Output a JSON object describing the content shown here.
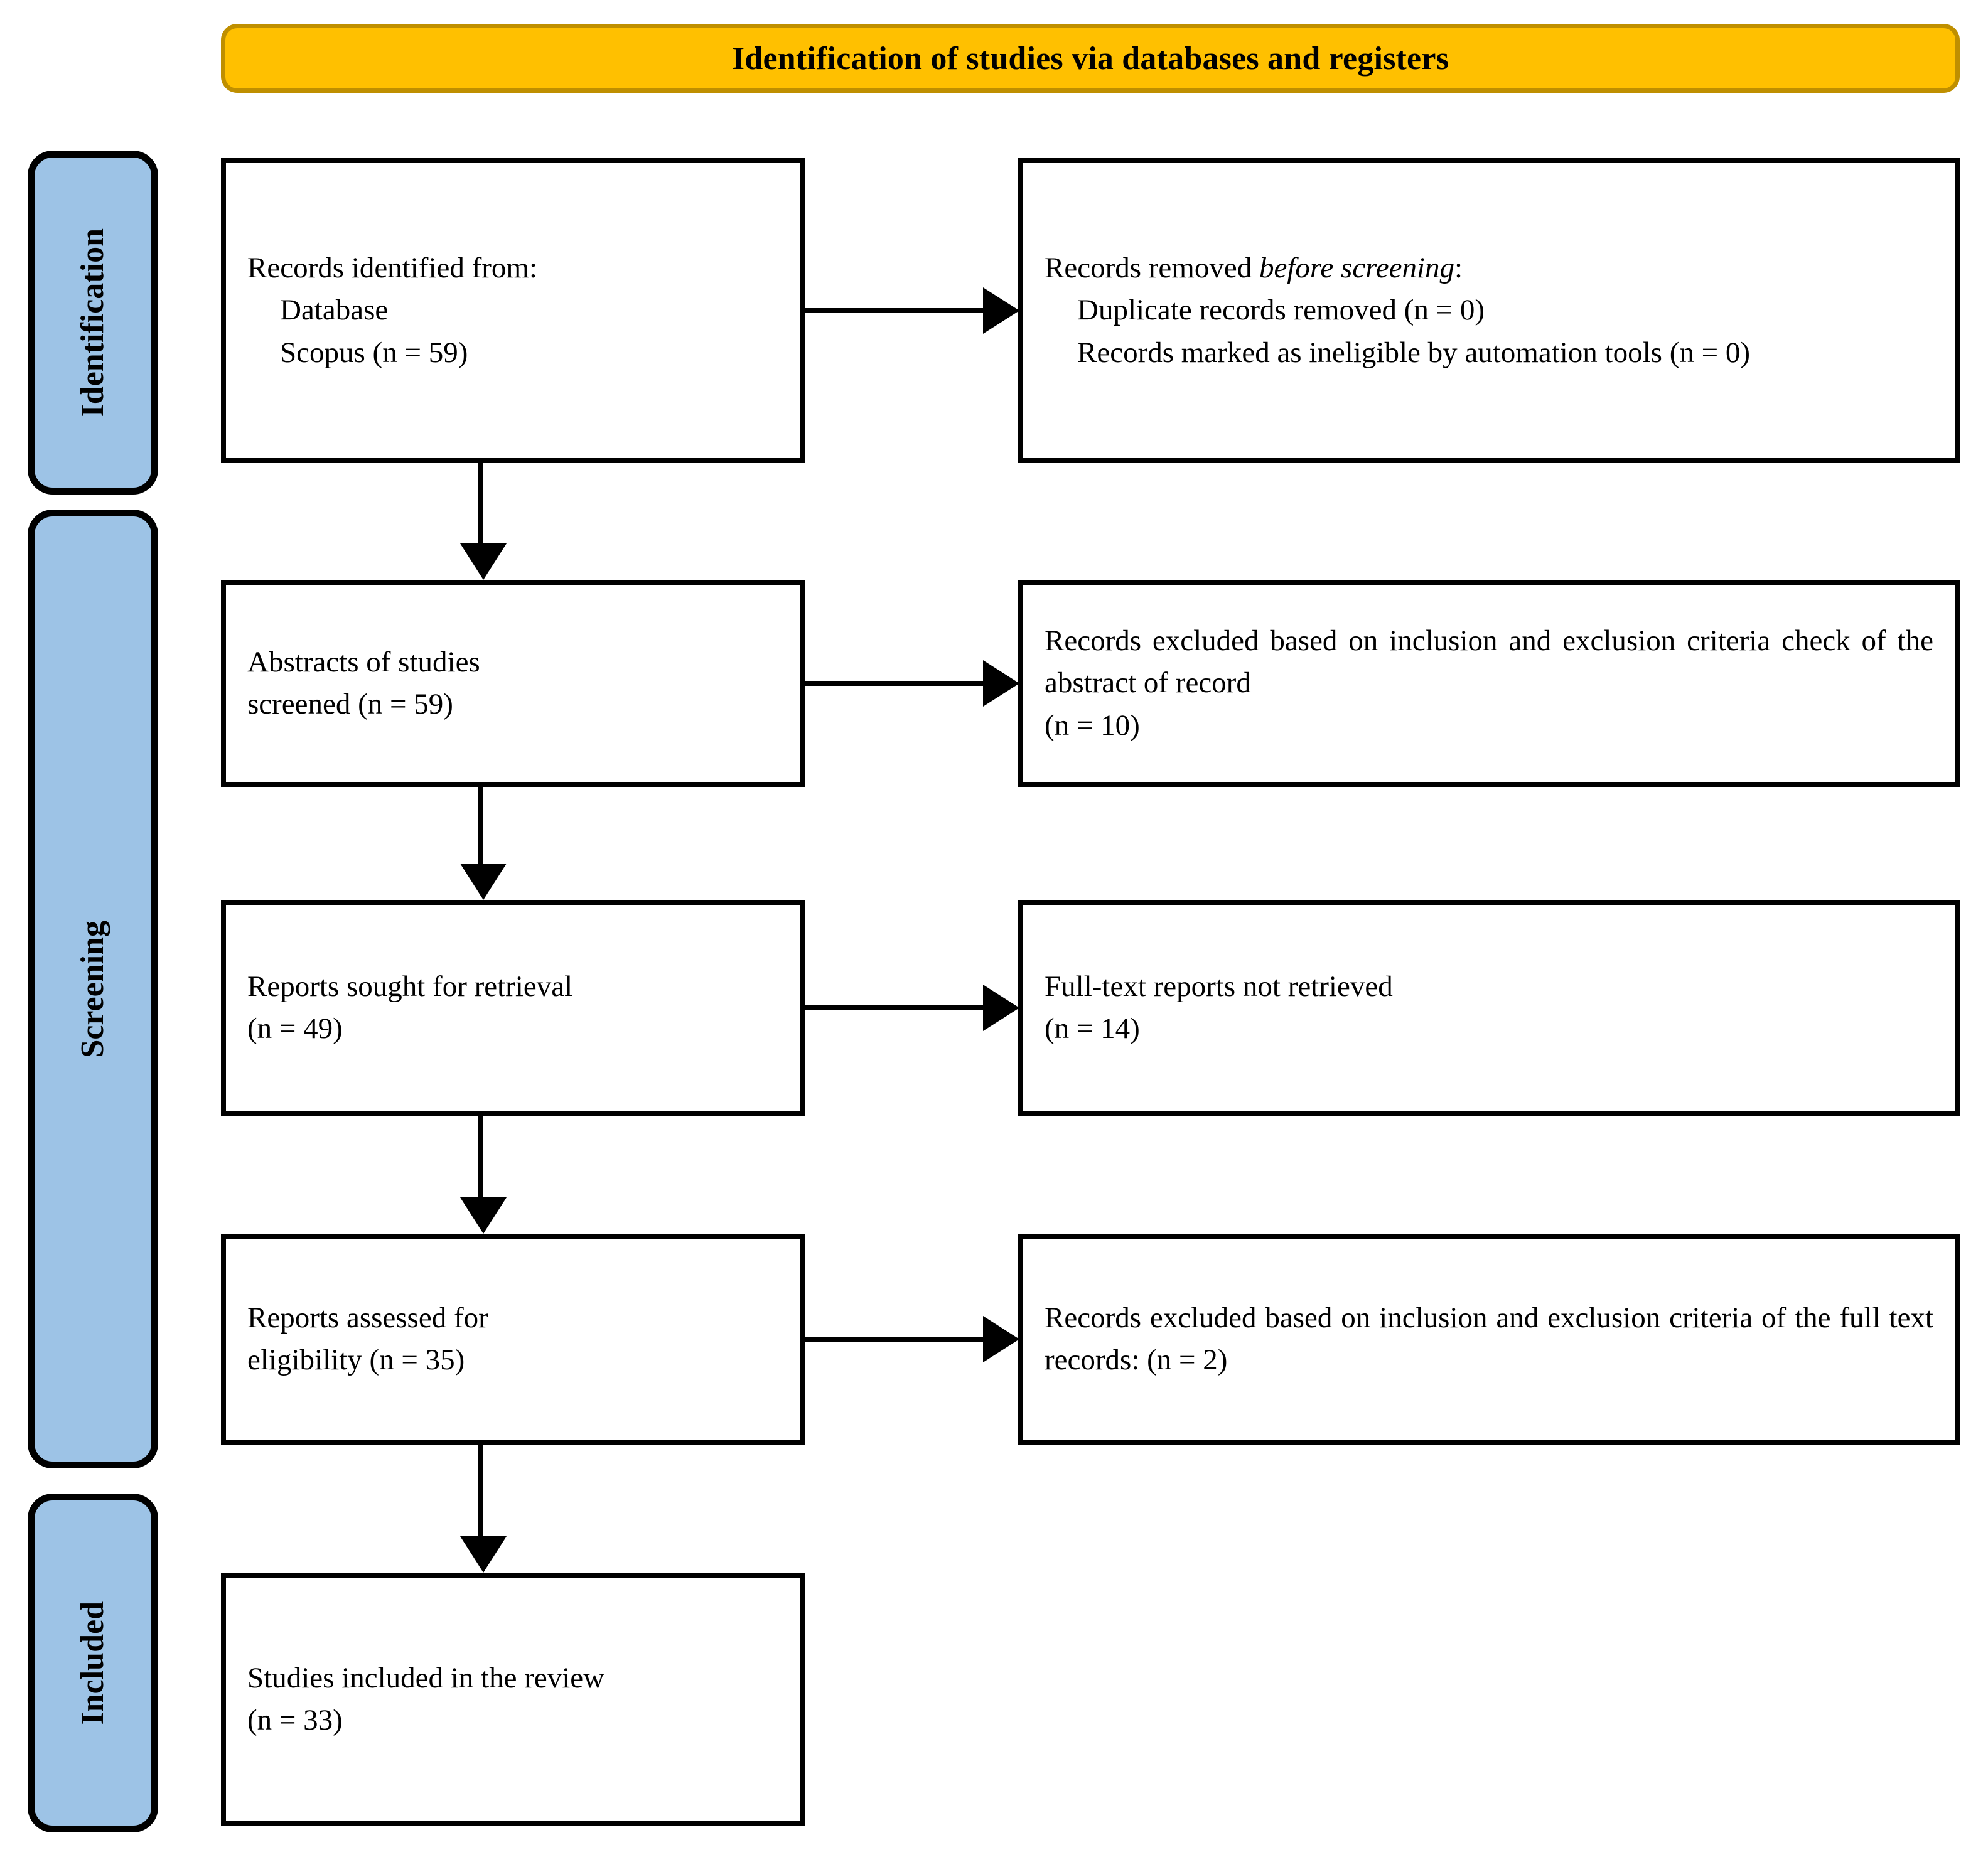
{
  "banner": {
    "title": "Identification of studies via databases and registers"
  },
  "colors": {
    "banner_fill": "#FFC000",
    "banner_border": "#BF8F00",
    "stage_fill": "#9DC3E6",
    "stage_border": "#000000",
    "box_border": "#000000",
    "box_fill": "#FFFFFF",
    "text": "#000000"
  },
  "stages": [
    {
      "id": "identification",
      "label": "Identification"
    },
    {
      "id": "screening",
      "label": "Screening"
    },
    {
      "id": "included",
      "label": "Included"
    }
  ],
  "boxes": {
    "identified": {
      "lines": [
        "Records identified from:",
        "Database",
        "Scopus (n = 59)"
      ]
    },
    "removed": {
      "heading_prefix": "Records removed ",
      "heading_italic": "before screening",
      "heading_suffix": ":",
      "lines": [
        "Duplicate records removed (n = 0)",
        "Records marked as ineligible by automation tools (n = 0)"
      ]
    },
    "screened": {
      "lines": [
        "Abstracts of studies",
        "screened (n = 59)"
      ]
    },
    "excluded_abstract": {
      "text": "Records excluded based on inclusion and exclusion criteria check of the abstract of record",
      "count_line": "(n = 10)"
    },
    "sought": {
      "lines": [
        "Reports sought for retrieval",
        "(n = 49)"
      ]
    },
    "not_retrieved": {
      "lines": [
        "Full-text reports not retrieved",
        "(n = 14)"
      ]
    },
    "assessed": {
      "lines": [
        "Reports assessed for",
        "eligibility (n = 35)"
      ]
    },
    "excluded_fulltext": {
      "text": "Records excluded based on inclusion and exclusion criteria of the full text records: (n = 2)"
    },
    "included": {
      "text": "Studies included in the review",
      "count_line": "(n = 33)"
    }
  },
  "chart_data": {
    "type": "diagram",
    "title": "Identification of studies via databases and registers",
    "nodes": [
      {
        "stage": "Identification",
        "label": "Records identified from: Database Scopus",
        "n": 59
      },
      {
        "stage": "Identification",
        "label": "Duplicate records removed",
        "n": 0
      },
      {
        "stage": "Identification",
        "label": "Records marked as ineligible by automation tools",
        "n": 0
      },
      {
        "stage": "Screening",
        "label": "Abstracts of studies screened",
        "n": 59
      },
      {
        "stage": "Screening",
        "label": "Records excluded based on inclusion and exclusion criteria check of the abstract of record",
        "n": 10
      },
      {
        "stage": "Screening",
        "label": "Reports sought for retrieval",
        "n": 49
      },
      {
        "stage": "Screening",
        "label": "Full-text reports not retrieved",
        "n": 14
      },
      {
        "stage": "Screening",
        "label": "Reports assessed for eligibility",
        "n": 35
      },
      {
        "stage": "Screening",
        "label": "Records excluded based on inclusion and exclusion criteria of the full text records",
        "n": 2
      },
      {
        "stage": "Included",
        "label": "Studies included in the review",
        "n": 33
      }
    ]
  }
}
